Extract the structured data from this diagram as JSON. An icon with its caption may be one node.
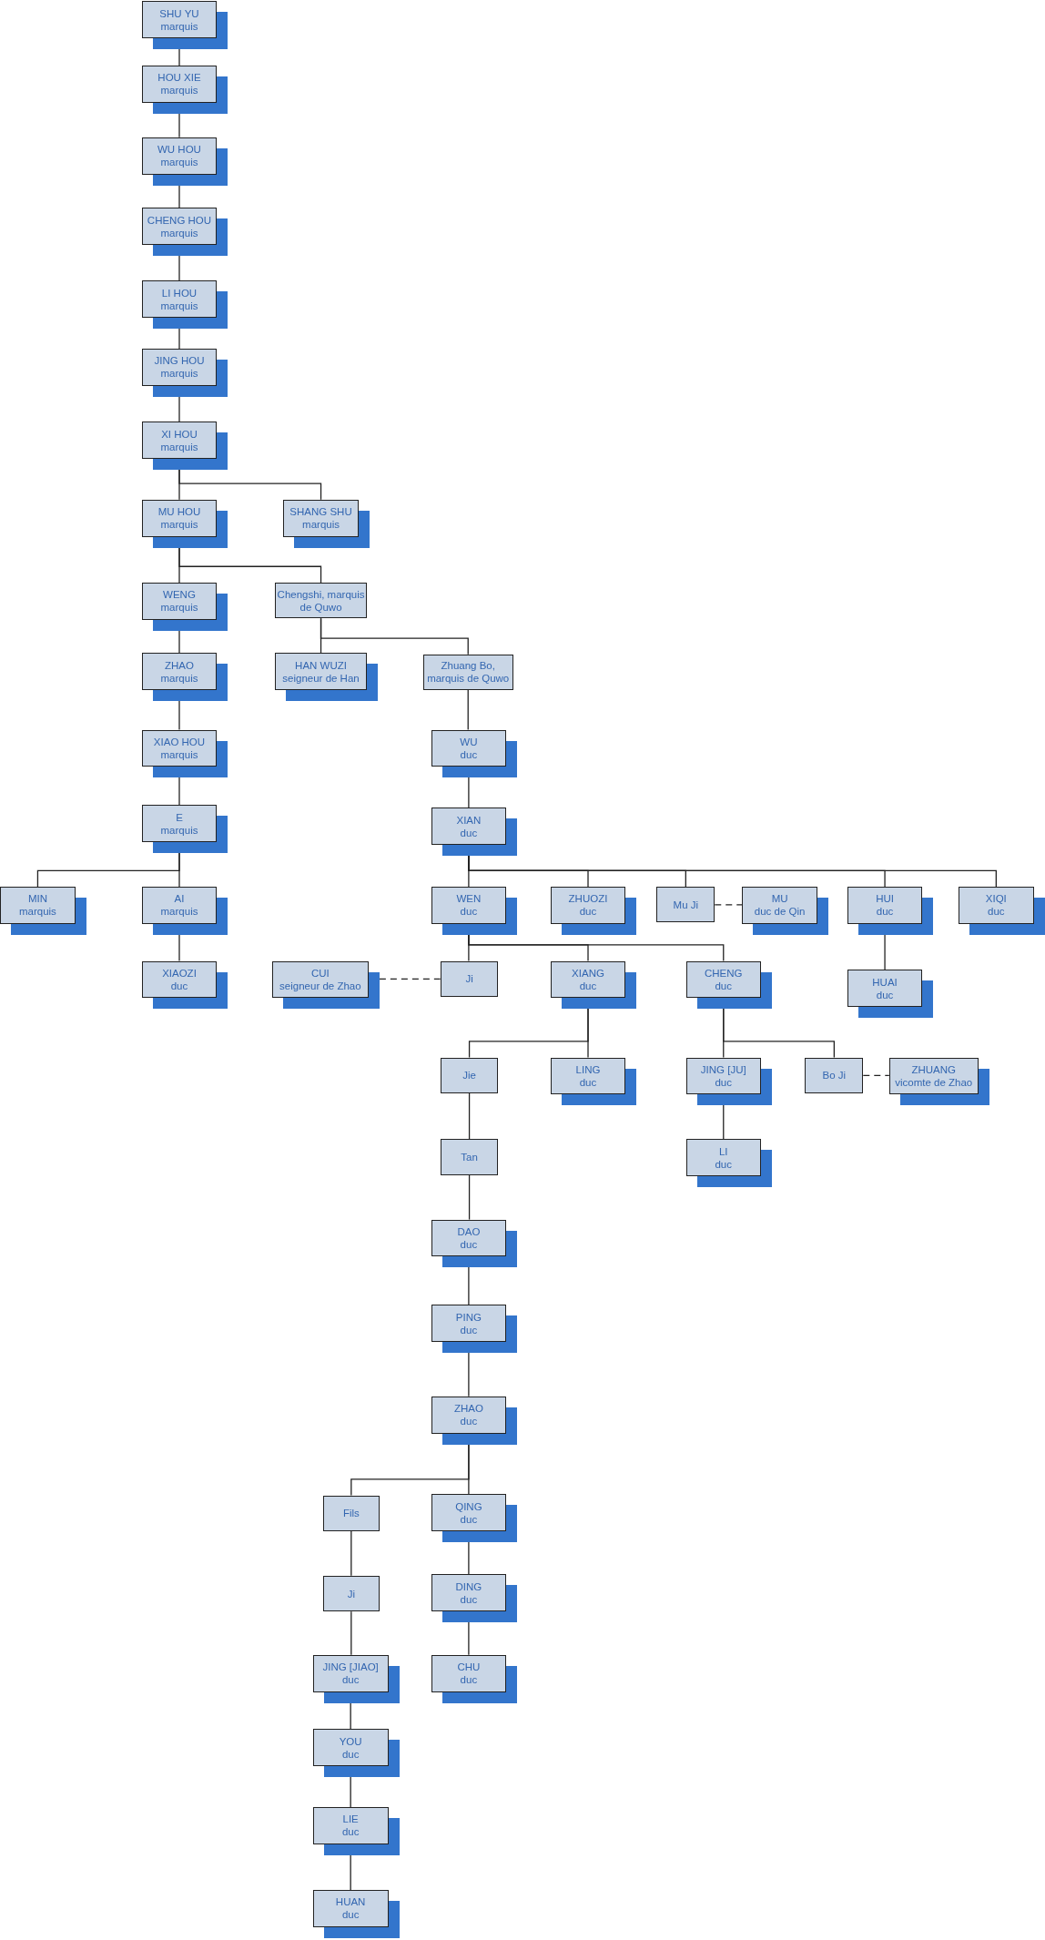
{
  "diagram": {
    "nodes": [
      {
        "text": [
          "SHU YU",
          "marquis"
        ]
      },
      {
        "text": [
          "HOU XIE",
          "marquis"
        ]
      },
      {
        "text": [
          "WU HOU",
          "marquis"
        ]
      },
      {
        "text": [
          "CHENG HOU",
          "marquis"
        ]
      },
      {
        "text": [
          "LI HOU",
          "marquis"
        ]
      },
      {
        "text": [
          "JING HOU",
          "marquis"
        ]
      },
      {
        "text": [
          "XI HOU",
          "marquis"
        ]
      },
      {
        "text": [
          "MU HOU",
          "marquis"
        ]
      },
      {
        "text": [
          "SHANG SHU",
          "marquis"
        ]
      },
      {
        "text": [
          "WENG",
          "marquis"
        ]
      },
      {
        "text": [
          "Chengshi, marquis de Quwo"
        ]
      },
      {
        "text": [
          "ZHAO",
          "marquis"
        ]
      },
      {
        "text": [
          "HAN WUZI",
          "seigneur de Han"
        ]
      },
      {
        "text": [
          "Zhuang Bo, marquis de Quwo"
        ]
      },
      {
        "text": [
          "XIAO HOU",
          "marquis"
        ]
      },
      {
        "text": [
          "WU",
          "duc"
        ]
      },
      {
        "text": [
          "E",
          "marquis"
        ]
      },
      {
        "text": [
          "XIAN",
          "duc"
        ]
      },
      {
        "text": [
          "MIN",
          "marquis"
        ]
      },
      {
        "text": [
          "AI",
          "marquis"
        ]
      },
      {
        "text": [
          "WEN",
          "duc"
        ]
      },
      {
        "text": [
          "ZHUOZI",
          "duc"
        ]
      },
      {
        "text": [
          "Mu Ji"
        ]
      },
      {
        "text": [
          "MU",
          "duc de Qin"
        ]
      },
      {
        "text": [
          "HUI",
          "duc"
        ]
      },
      {
        "text": [
          "XIQI",
          "duc"
        ]
      },
      {
        "text": [
          "XIAOZI",
          "duc"
        ]
      },
      {
        "text": [
          "CUI",
          "seigneur de Zhao"
        ]
      },
      {
        "text": [
          "Ji"
        ]
      },
      {
        "text": [
          "XIANG",
          "duc"
        ]
      },
      {
        "text": [
          "CHENG",
          "duc"
        ]
      },
      {
        "text": [
          "HUAI",
          "duc"
        ]
      },
      {
        "text": [
          "Jie"
        ]
      },
      {
        "text": [
          "LING",
          "duc"
        ]
      },
      {
        "text": [
          "JING [JU]",
          "duc"
        ]
      },
      {
        "text": [
          "Bo Ji"
        ]
      },
      {
        "text": [
          "ZHUANG",
          "vicomte de Zhao"
        ]
      },
      {
        "text": [
          "Tan"
        ]
      },
      {
        "text": [
          "LI",
          "duc"
        ]
      },
      {
        "text": [
          "DAO",
          "duc"
        ]
      },
      {
        "text": [
          "PING",
          "duc"
        ]
      },
      {
        "text": [
          "ZHAO",
          "duc"
        ]
      },
      {
        "text": [
          "Fils"
        ]
      },
      {
        "text": [
          "QING",
          "duc"
        ]
      },
      {
        "text": [
          "Ji"
        ]
      },
      {
        "text": [
          "DING",
          "duc"
        ]
      },
      {
        "text": [
          "JING [JIAO]",
          "duc"
        ]
      },
      {
        "text": [
          "CHU",
          "duc"
        ]
      },
      {
        "text": [
          "YOU",
          "duc"
        ]
      },
      {
        "text": [
          "LIE",
          "duc"
        ]
      },
      {
        "text": [
          "HUAN",
          "duc"
        ]
      }
    ],
    "edges": [
      {
        "from": 0,
        "to": 1,
        "arrow": "none"
      },
      {
        "from": 1,
        "to": 2,
        "arrow": "none"
      },
      {
        "from": 2,
        "to": 3,
        "arrow": "none"
      },
      {
        "from": 3,
        "to": 4,
        "arrow": "none"
      },
      {
        "from": 4,
        "to": 5,
        "arrow": "none"
      },
      {
        "from": 5,
        "to": 6,
        "arrow": "none"
      },
      {
        "from": 6,
        "to": 7,
        "arrow": "none"
      },
      {
        "from": 6,
        "to": 8,
        "arrow": "none"
      },
      {
        "from": 7,
        "to": 9,
        "arrow": "none"
      },
      {
        "from": 7,
        "to": 10,
        "arrow": "none"
      },
      {
        "from": 9,
        "to": 11,
        "arrow": "none"
      },
      {
        "from": 11,
        "to": 14,
        "arrow": "none"
      },
      {
        "from": 14,
        "to": 16,
        "arrow": "none"
      },
      {
        "from": 16,
        "to": 18,
        "arrow": "none"
      },
      {
        "from": 16,
        "to": 19,
        "arrow": "none"
      },
      {
        "from": 19,
        "to": 26,
        "arrow": "none"
      },
      {
        "from": 10,
        "to": 12,
        "arrow": "none"
      },
      {
        "from": 10,
        "to": 13,
        "arrow": "none"
      },
      {
        "from": 13,
        "to": 15,
        "arrow": "none"
      },
      {
        "from": 15,
        "to": 17,
        "arrow": "none"
      },
      {
        "from": 17,
        "to": 20,
        "arrow": "none"
      },
      {
        "from": 17,
        "to": 21,
        "arrow": "none"
      },
      {
        "from": 17,
        "to": 22,
        "arrow": "none"
      },
      {
        "from": 17,
        "to": 24,
        "arrow": "none"
      },
      {
        "from": 17,
        "to": 25,
        "arrow": "none"
      },
      {
        "from": 22,
        "to": 23,
        "arrow": "none",
        "style": "dashed"
      },
      {
        "from": 24,
        "to": 31,
        "arrow": "none"
      },
      {
        "from": 27,
        "to": 28,
        "arrow": "none",
        "style": "dashed"
      },
      {
        "from": 20,
        "to": 28,
        "arrow": "none"
      },
      {
        "from": 20,
        "to": 29,
        "arrow": "none"
      },
      {
        "from": 20,
        "to": 30,
        "arrow": "none"
      },
      {
        "from": 29,
        "to": 32,
        "arrow": "none"
      },
      {
        "from": 29,
        "to": 33,
        "arrow": "none"
      },
      {
        "from": 30,
        "to": 34,
        "arrow": "none"
      },
      {
        "from": 30,
        "to": 35,
        "arrow": "none"
      },
      {
        "from": 35,
        "to": 36,
        "arrow": "none",
        "style": "dashed"
      },
      {
        "from": 32,
        "to": 37,
        "arrow": "none"
      },
      {
        "from": 34,
        "to": 38,
        "arrow": "none"
      },
      {
        "from": 37,
        "to": 39,
        "arrow": "none"
      },
      {
        "from": 39,
        "to": 40,
        "arrow": "none"
      },
      {
        "from": 40,
        "to": 41,
        "arrow": "none"
      },
      {
        "from": 41,
        "to": 42,
        "arrow": "none"
      },
      {
        "from": 41,
        "to": 43,
        "arrow": "none"
      },
      {
        "from": 42,
        "to": 44,
        "arrow": "none"
      },
      {
        "from": 43,
        "to": 45,
        "arrow": "none"
      },
      {
        "from": 44,
        "to": 46,
        "arrow": "none"
      },
      {
        "from": 45,
        "to": 47,
        "arrow": "none"
      },
      {
        "from": 46,
        "to": 48,
        "arrow": "none"
      },
      {
        "from": 48,
        "to": 49,
        "arrow": "none"
      },
      {
        "from": 49,
        "to": 50,
        "arrow": "none"
      }
    ]
  }
}
